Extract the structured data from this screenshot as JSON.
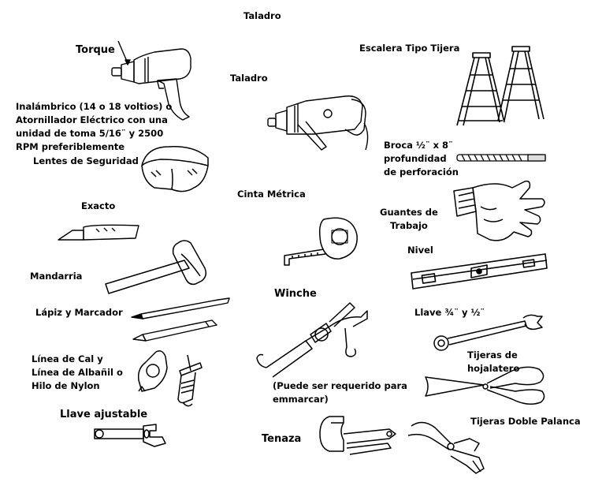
{
  "labels": {
    "taladro_top": "Taladro",
    "torque": "Torque",
    "taladro": "Taladro",
    "escalera": "Escalera Tipo Tijera",
    "inalambrico": "Inalámbrico (14 o 18 voltios) o\nAtornillador Eléctrico con una\nunidad de toma 5/16¨ y 2500\nRPM preferiblemente",
    "broca": "Broca ½¨ x 8¨\nprofundidad\nde perforación",
    "lentes": "Lentes de Seguridad",
    "cinta": "Cinta Métrica",
    "exacto": "Exacto",
    "guantes": "Guantes de\nTrabajo",
    "nivel": "Nivel",
    "mandarria": "Mandarria",
    "winche": "Winche",
    "lapiz": "Lápiz y Marcador",
    "llave_34": "Llave ¾¨ y ½¨",
    "linea_cal": "Línea de Cal y\nLínea de Albañil o\nHilo de Nylon",
    "tijeras_hoj": "Tijeras de\nhojalatero",
    "puede": "(Puede ser requerido para\nemmarcar)",
    "llave_ajustable": "Llave ajustable",
    "tijeras_doble": "Tijeras Doble Palanca",
    "tenaza": "Tenaza"
  }
}
